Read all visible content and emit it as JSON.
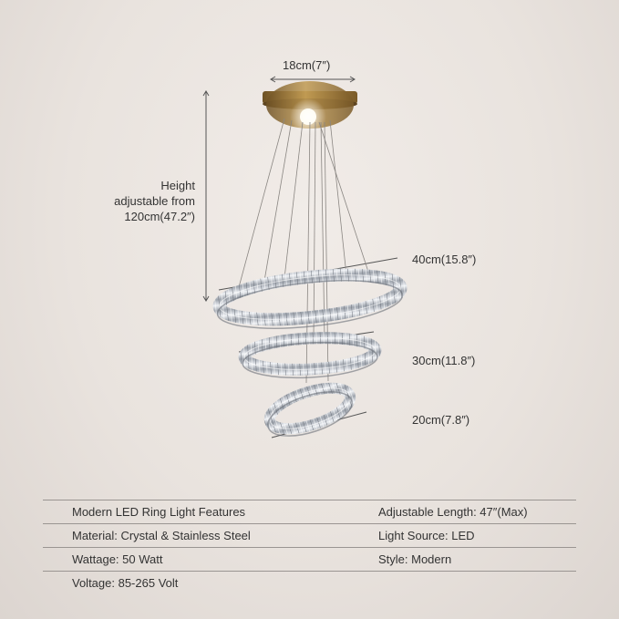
{
  "dimensions": {
    "canopy_width": "18cm(7″)",
    "height_line1": "Height",
    "height_line2": "adjustable from",
    "height_line3": "120cm(47.2″)",
    "ring_large": "40cm(15.8″)",
    "ring_medium": "30cm(11.8″)",
    "ring_small": "20cm(7.8″)"
  },
  "specs": [
    {
      "left": "Modern LED Ring Light Features",
      "right": "Adjustable Length: 47″(Max)"
    },
    {
      "left": "Material: Crystal & Stainless Steel",
      "right": "Light Source: LED"
    },
    {
      "left": "Wattage: 50 Watt",
      "right": "Style: Modern"
    },
    {
      "left": "Voltage: 85-265 Volt",
      "right": ""
    }
  ],
  "colors": {
    "background": "#ebe5e0",
    "canopy": "#a37f3d",
    "crystal": "#c9ccd2",
    "dimension_lines": "#555555",
    "table_rules": "#9a9592"
  }
}
